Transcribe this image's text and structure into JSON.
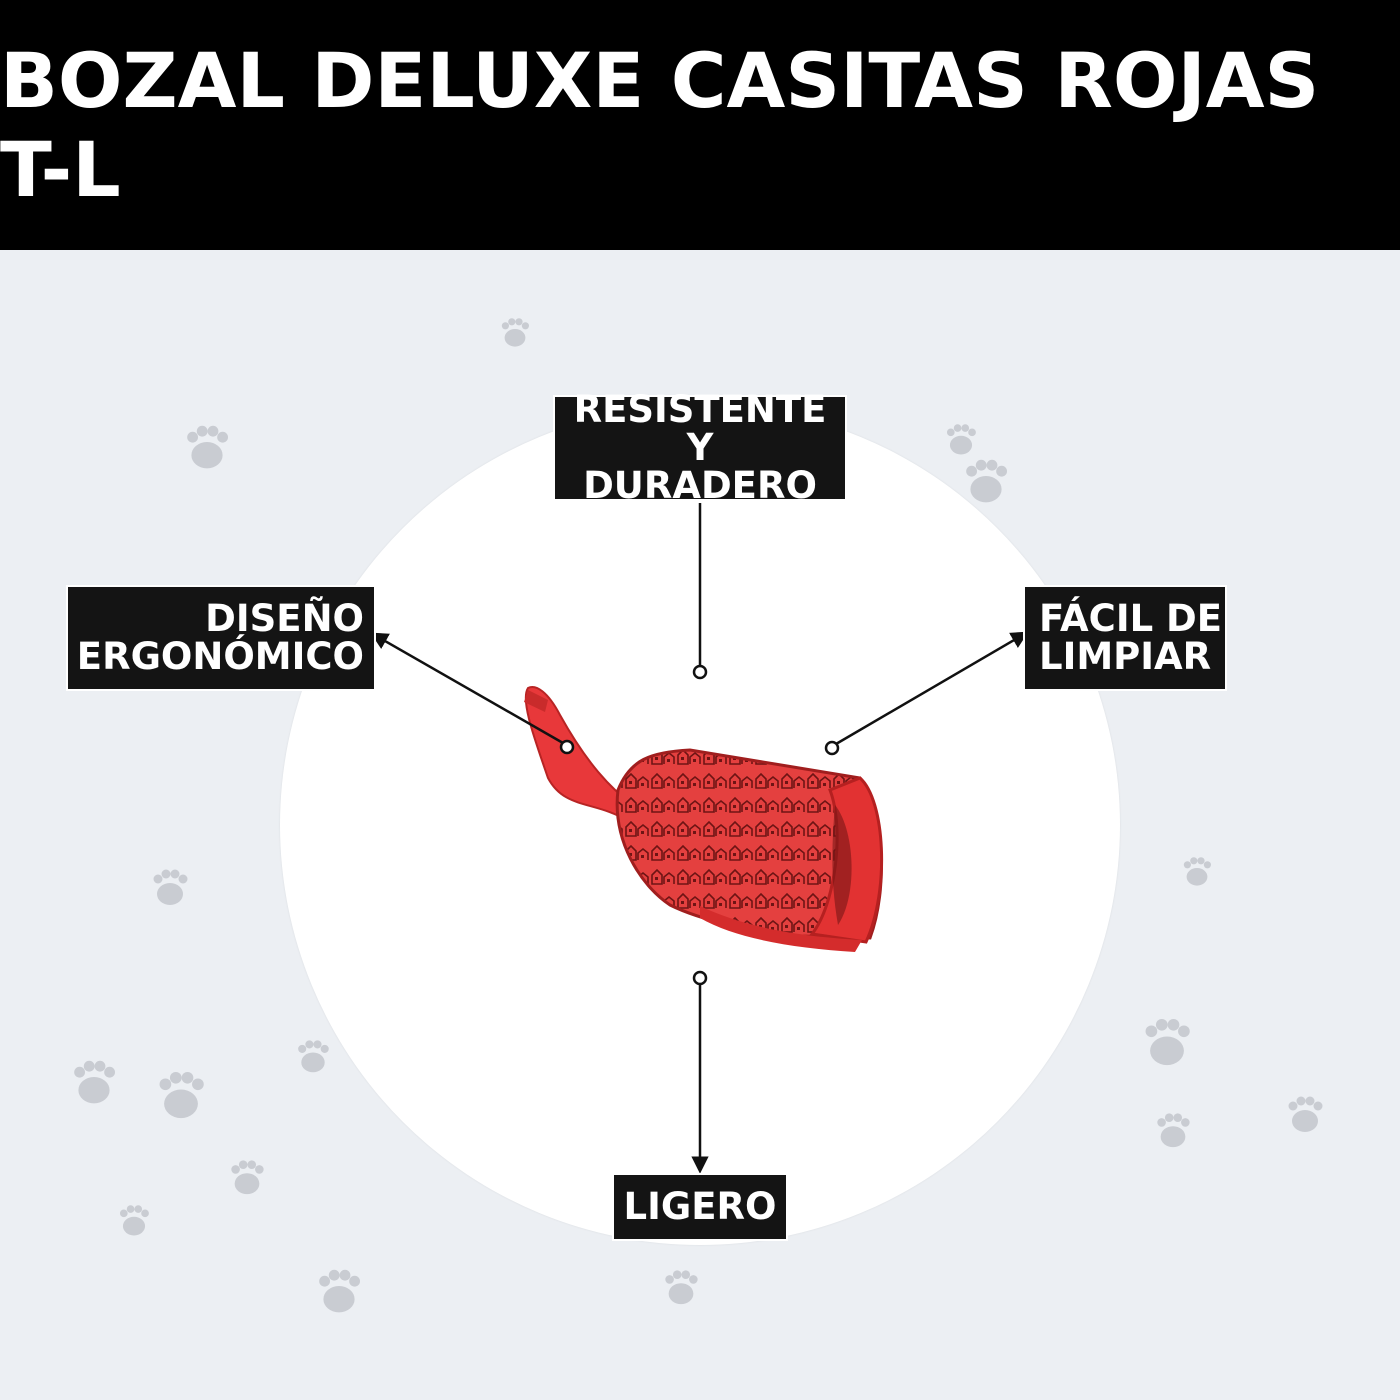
{
  "title": "BOZAL DELUXE CASITAS ROJAS T-L",
  "features": {
    "top": "RESISTENTE Y\nDURADERO",
    "left": "DISEÑO\nERGONÓMICO",
    "right": "FÁCIL DE\nLIMPIAR",
    "bottom": "LIGERO"
  },
  "colors": {
    "header_bg": "#000000",
    "page_bg": "#eceff3",
    "product_red": "#e8383a",
    "pattern_dark": "#6e1414",
    "paw": "#c9ccd2"
  },
  "icons": {
    "decoration": "paw-print-icon",
    "product": "muzzle-image"
  }
}
